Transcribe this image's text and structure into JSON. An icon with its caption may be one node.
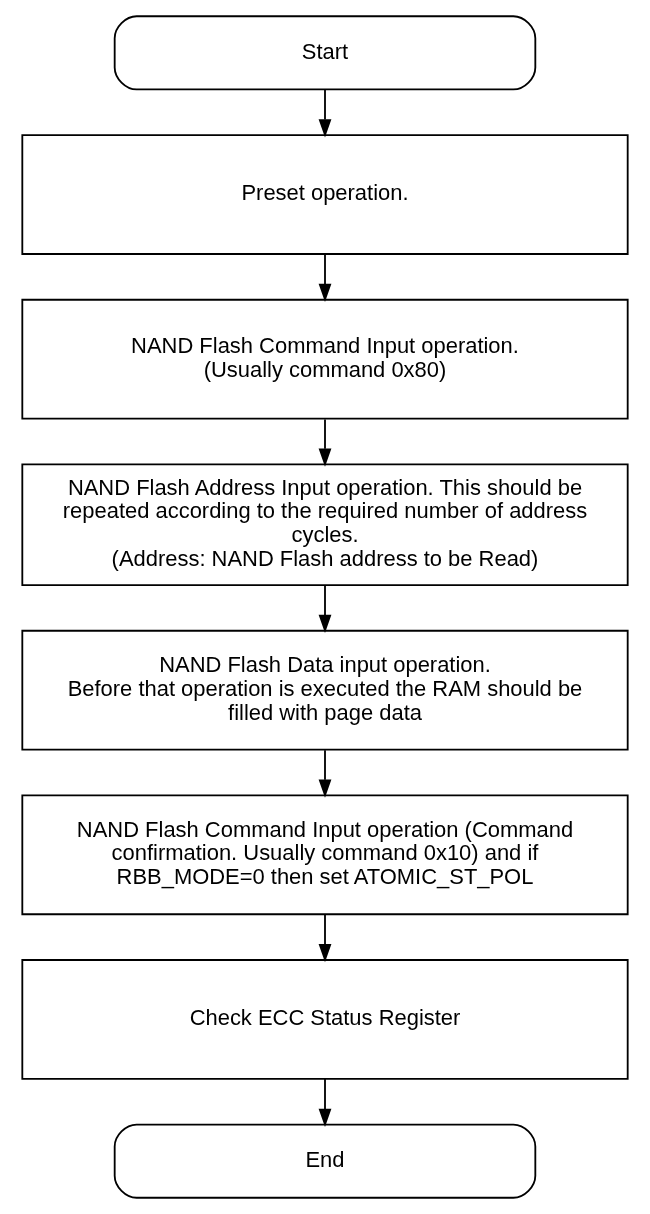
{
  "diagram": {
    "nodes": [
      {
        "text": [
          "Start"
        ]
      },
      {
        "text": [
          "Preset operation."
        ]
      },
      {
        "text": [
          "NAND Flash Command Input operation.",
          "(Usually command 0x80)"
        ]
      },
      {
        "text": [
          "NAND Flash Address Input operation. This should be repeated according to the required number of address cycles.",
          "(Address: NAND Flash address to be Read)"
        ]
      },
      {
        "text": [
          "NAND Flash Data input operation.",
          "Before that operation is executed the RAM should be filled with page data"
        ]
      },
      {
        "text": [
          "NAND Flash Command Input operation (Command confirmation. Usually command 0x10) and if RBB_MODE=0 then set ATOMIC_ST_POL"
        ]
      },
      {
        "text": [
          "Check ECC Status Register"
        ]
      },
      {
        "text": [
          "End"
        ]
      }
    ],
    "edges": [
      {
        "from": 0,
        "to": 1,
        "arrow": "to"
      },
      {
        "from": 1,
        "to": 2,
        "arrow": "to"
      },
      {
        "from": 2,
        "to": 3,
        "arrow": "to"
      },
      {
        "from": 3,
        "to": 4,
        "arrow": "to"
      },
      {
        "from": 4,
        "to": 5,
        "arrow": "to"
      },
      {
        "from": 5,
        "to": 6,
        "arrow": "to"
      },
      {
        "from": 6,
        "to": 7,
        "arrow": "to"
      }
    ]
  }
}
